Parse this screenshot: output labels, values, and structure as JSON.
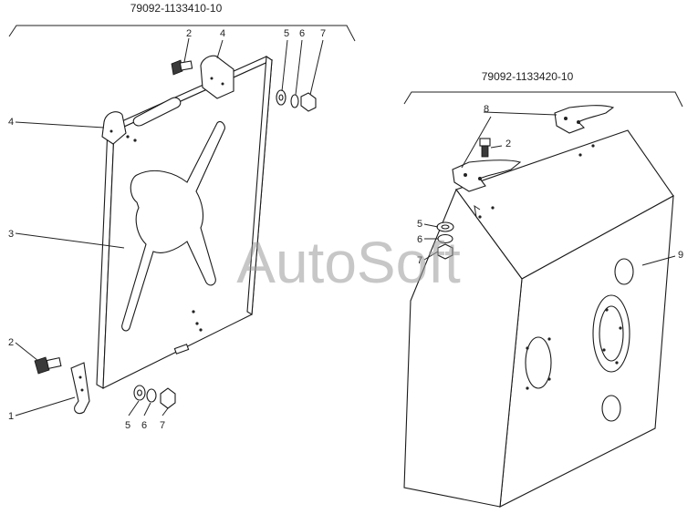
{
  "assemblies": {
    "left": "79092-1133410-10",
    "right": "79092-1133420-10"
  },
  "labels": {
    "l2_top": "2",
    "l4_top": "4",
    "l5_top": "5",
    "l6_top": "6",
    "l7_top": "7",
    "l4_side": "4",
    "l3": "3",
    "l2_bottom": "2",
    "l1": "1",
    "l5_bottom": "5",
    "l6_bottom": "6",
    "l7_bottom": "7",
    "r8": "8",
    "r2": "2",
    "r5": "5",
    "r6": "6",
    "r7": "7",
    "r9": "9"
  },
  "watermark": "AutoSoft",
  "colors": {
    "line": "#1a1a1a",
    "watermark": "#9a9a9a"
  }
}
